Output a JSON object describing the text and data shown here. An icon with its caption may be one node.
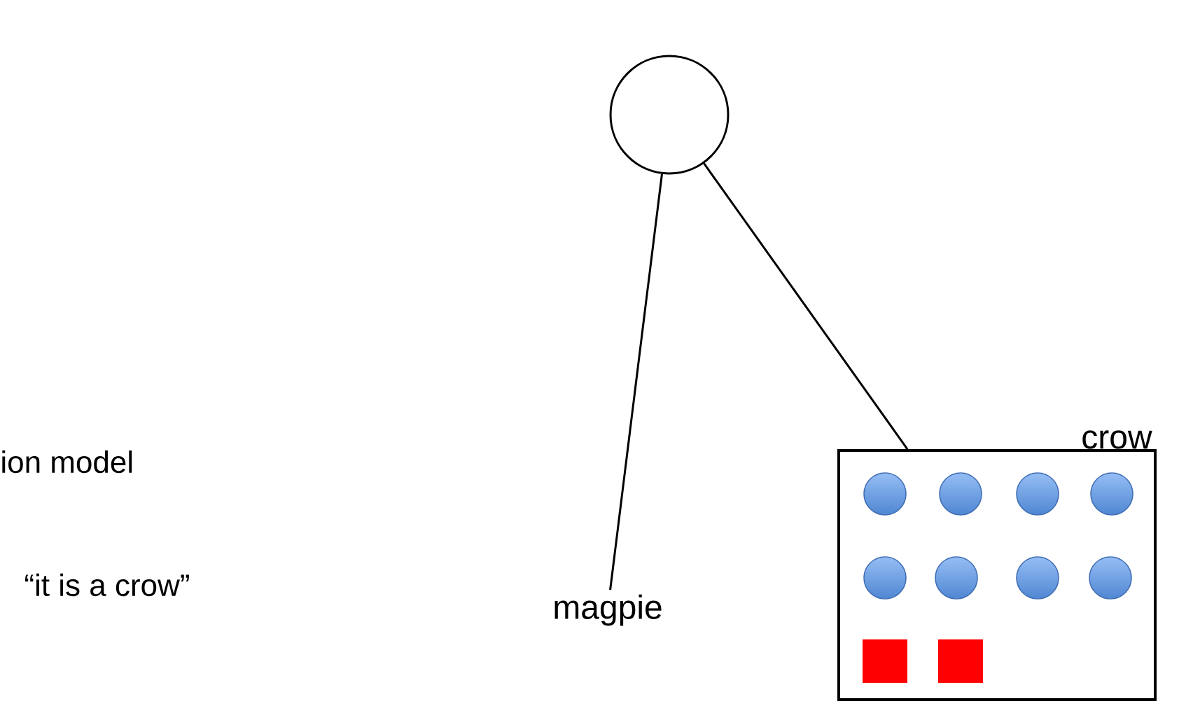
{
  "diagram": {
    "nodes": [
      {
        "text": [],
        "shape": "circle"
      },
      {
        "text": [
          "magpie"
        ]
      },
      {
        "text": [
          "crow"
        ]
      }
    ],
    "edges": [
      {
        "from": 0,
        "to": 1,
        "arrow": "none"
      },
      {
        "from": 0,
        "to": 2,
        "arrow": "none"
      }
    ],
    "labels": [
      "ion model",
      "“it is a crow”"
    ]
  }
}
